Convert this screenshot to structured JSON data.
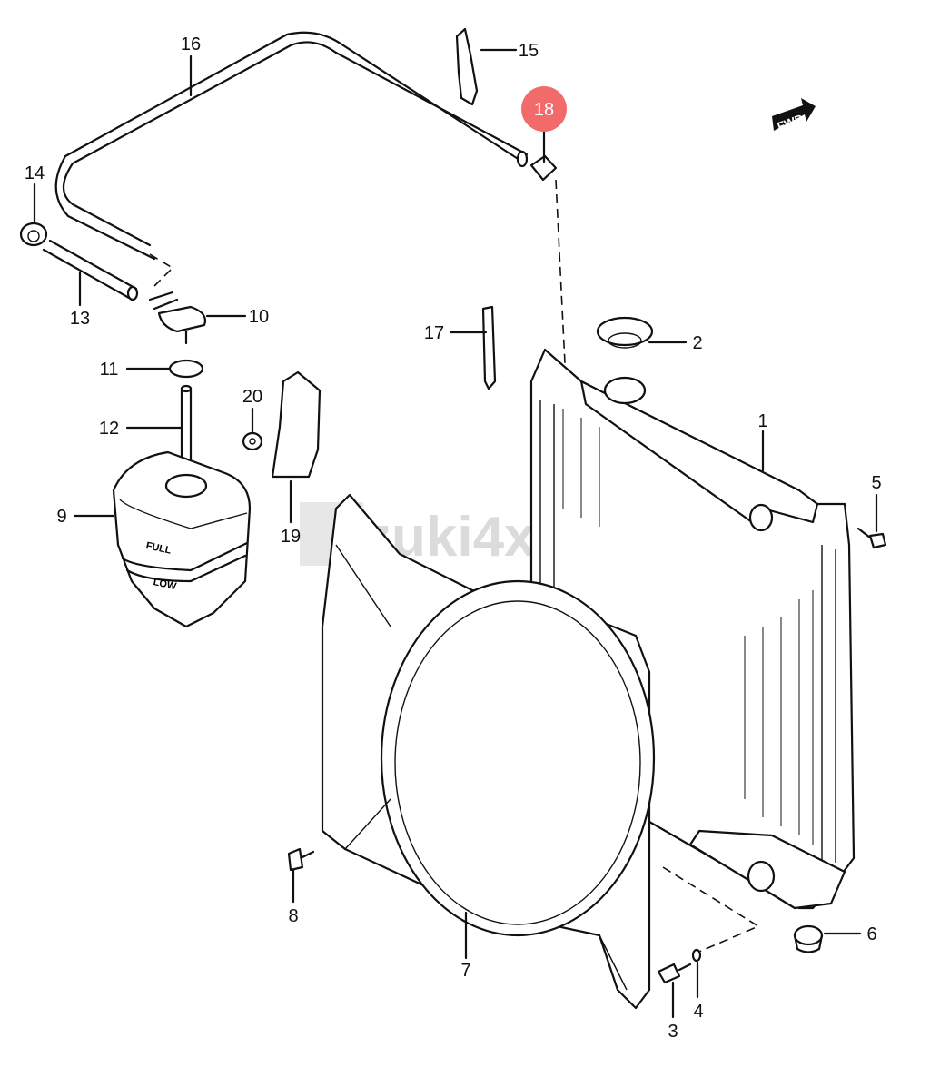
{
  "watermark": "zuki4x4.hu",
  "fwd_label": "FWD",
  "tank_markings": {
    "full": "FULL",
    "low": "LOW"
  },
  "highlight_color": "#f26b6b",
  "highlighted_part": "18",
  "callouts": [
    "1",
    "2",
    "3",
    "4",
    "5",
    "6",
    "7",
    "8",
    "9",
    "10",
    "11",
    "12",
    "13",
    "14",
    "15",
    "16",
    "17",
    "18",
    "19",
    "20"
  ]
}
